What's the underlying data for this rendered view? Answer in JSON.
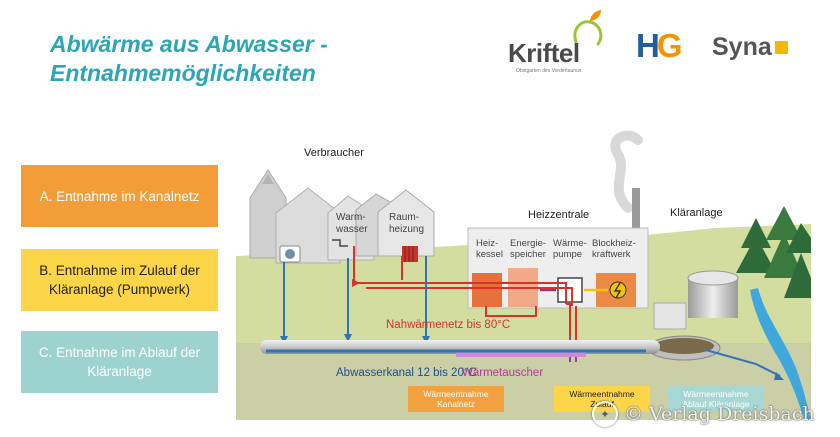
{
  "title": {
    "line1": "Abwärme aus Abwasser -",
    "line2": "Entnahmemöglichkeiten"
  },
  "logos": {
    "kriftel": {
      "name": "Kriftel",
      "tagline": "Obstgarten des Vordertaunus"
    },
    "hg": {
      "h": "H",
      "g": "G"
    },
    "syna": {
      "name": "Syna"
    }
  },
  "options": [
    {
      "label": "A. Entnahme im Kanalnetz",
      "color": "#f29d38"
    },
    {
      "label": "B. Entnahme im Zulauf der Kläranlage (Pumpwerk)",
      "color": "#fdd548"
    },
    {
      "label": "C. Entnahme im Ablauf der Kläranlage",
      "color": "#9cd3ce"
    }
  ],
  "diagram": {
    "verbraucher": "Verbraucher",
    "warmwasser": [
      "Warm-",
      "wasser"
    ],
    "raumheizung": [
      "Raum-",
      "heizung"
    ],
    "heizzentrale": "Heizzentrale",
    "klaeranlage": "Kläranlage",
    "heizkessel": [
      "Heiz-",
      "kessel"
    ],
    "energiespeicher": [
      "Energie-",
      "speicher"
    ],
    "waermepumpe": [
      "Wärme-",
      "pumpe"
    ],
    "blockheizkraftwerk": [
      "Blockheiz-",
      "kraftwerk"
    ],
    "nahwaermenetz": "Nahwärmenetz bis 80°C",
    "abwasserkanal": "Abwasserkanal 12 bis 20°C",
    "waermetauscher": "Wärmetauscher",
    "tag_kanalnetz": [
      "Wärmeentnahme",
      "Kanalnetz"
    ],
    "tag_zulauf": [
      "Wärmeentnahme",
      "Zulauf"
    ],
    "tag_ablauf": [
      "Wärmeentnahme",
      "Ablauf Kläranlage"
    ]
  },
  "watermark": "© Verlag Dreisbach",
  "colors": {
    "title": "#2aa6b8",
    "pipe_red": "#d9322a",
    "pipe_blue": "#2f74b5",
    "grass": "#d3dd9f"
  }
}
